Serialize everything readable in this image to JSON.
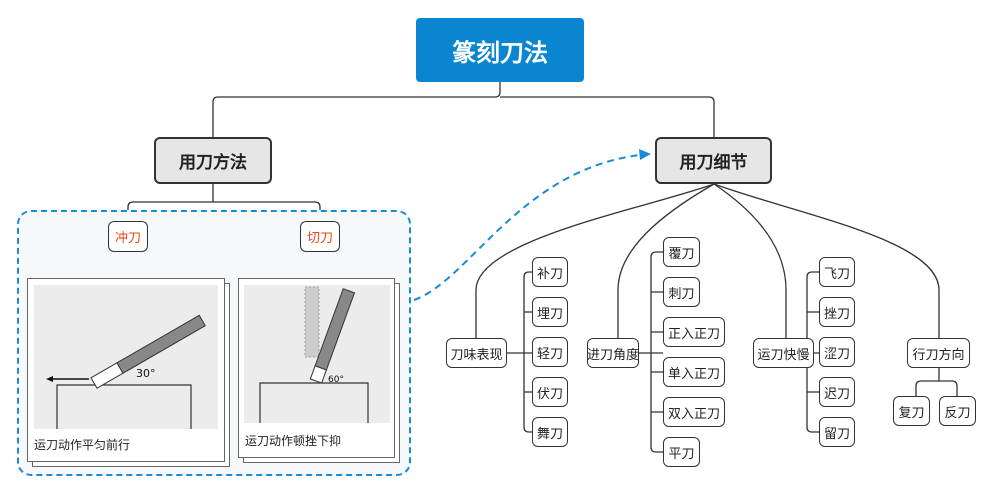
{
  "root": "篆刻刀法",
  "left": {
    "title": "用刀方法",
    "items": [
      {
        "label": "冲刀",
        "caption": "运刀动作平匀前行",
        "angle": "30°"
      },
      {
        "label": "切刀",
        "caption": "运刀动作顿挫下抑",
        "angle": "60°"
      }
    ]
  },
  "right": {
    "title": "用刀细节",
    "groups": [
      {
        "label": "刀味表现",
        "children": [
          "补刀",
          "埋刀",
          "轻刀",
          "伏刀",
          "舞刀"
        ]
      },
      {
        "label": "进刀角度",
        "children": [
          "覆刀",
          "刺刀",
          "正入正刀",
          "单入正刀",
          "双入正刀",
          "平刀"
        ]
      },
      {
        "label": "运刀快慢",
        "children": [
          "飞刀",
          "挫刀",
          "涩刀",
          "迟刀",
          "留刀"
        ]
      },
      {
        "label": "行刀方向",
        "children": [
          "复刀",
          "反刀"
        ]
      }
    ]
  },
  "colors": {
    "root": "#0a86d0",
    "accent_text": "#e8471c",
    "dashed": "#1a8ad4"
  }
}
